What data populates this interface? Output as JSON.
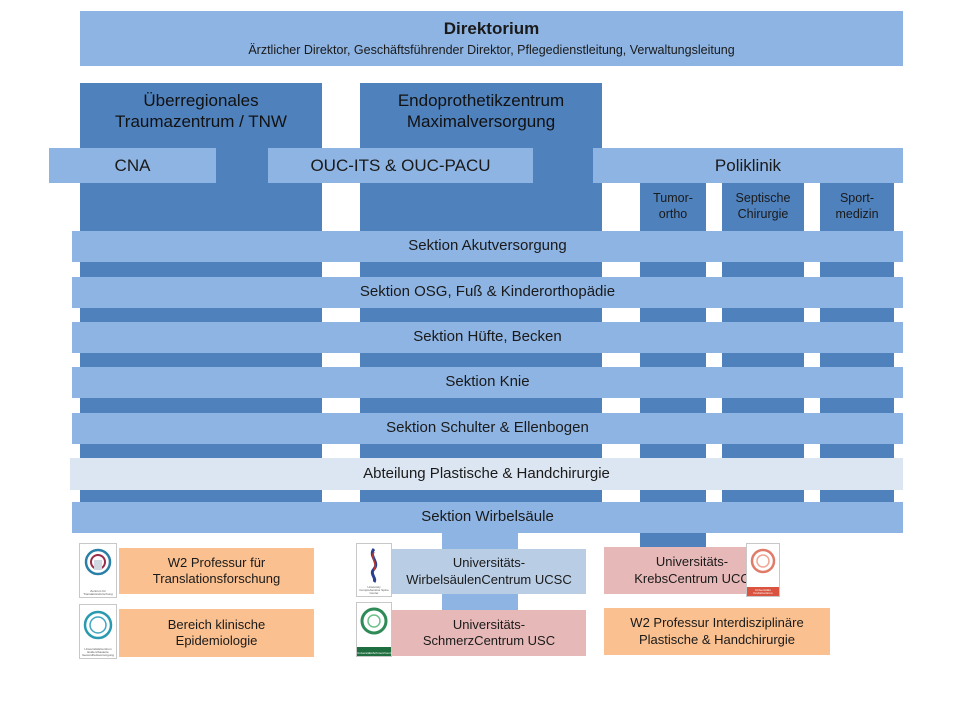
{
  "direktorium": {
    "title": "Direktorium",
    "subtitle": "Ärztlicher Direktor, Geschäftsführender Direktor, Pflegedienstleitung, Verwaltungsleitung"
  },
  "zentren": {
    "trauma": "Überregionales Traumazentrum  / TNW",
    "endo": "Endoprothetikzentrum Maximalversorgung"
  },
  "mid_row": {
    "cna": "CNA",
    "ouc": "OUC-ITS & OUC-PACU",
    "poliklinik": "Poliklinik"
  },
  "poliklinik_sub": {
    "tumor": "Tumor-ortho",
    "septisch": "Septische Chirurgie",
    "sport": "Sport-medizin"
  },
  "sektionen": [
    "Sektion Akutversorgung",
    "Sektion OSG, Fuß & Kinderorthopädie",
    "Sektion Hüfte, Becken",
    "Sektion Knie",
    "Sektion Schulter & Ellenbogen",
    "Abteilung Plastische & Handchirurgie",
    "Sektion Wirbelsäule"
  ],
  "bottom": {
    "w2_translation": "W2 Professur für Translationsforschung",
    "epidemiologie": "Bereich klinische Epidemiologie",
    "ucsc": "Universitäts-WirbelsäulenCentrum UCSC",
    "usc": "Universitäts-SchmerzCentrum USC",
    "ucc": "Universitäts-KrebsCentrum UCC",
    "w2_plastisch": "W2 Professur Interdisziplinäre Plastische & Handchirurgie"
  },
  "logos": {
    "zentrum_translation": "Zentrum für Translationsforschung",
    "zentrum_epidemiologie": "UniversitätsCentrum Evidenzbasierte Gesundheitsversorgung",
    "wirbelsaeule": "University Comprehensive Spine Center",
    "schmerz": "UniversitätsSchmerzCentrum",
    "krebs": "Universitäts KrebsCentrum"
  },
  "colors": {
    "light_blue": "#8eb4e3",
    "dark_blue": "#4f81bd",
    "pale_blue": "#dce6f2",
    "peach": "#fac090",
    "pink": "#e6b9b8",
    "medium_light_blue": "#b9cde5"
  }
}
